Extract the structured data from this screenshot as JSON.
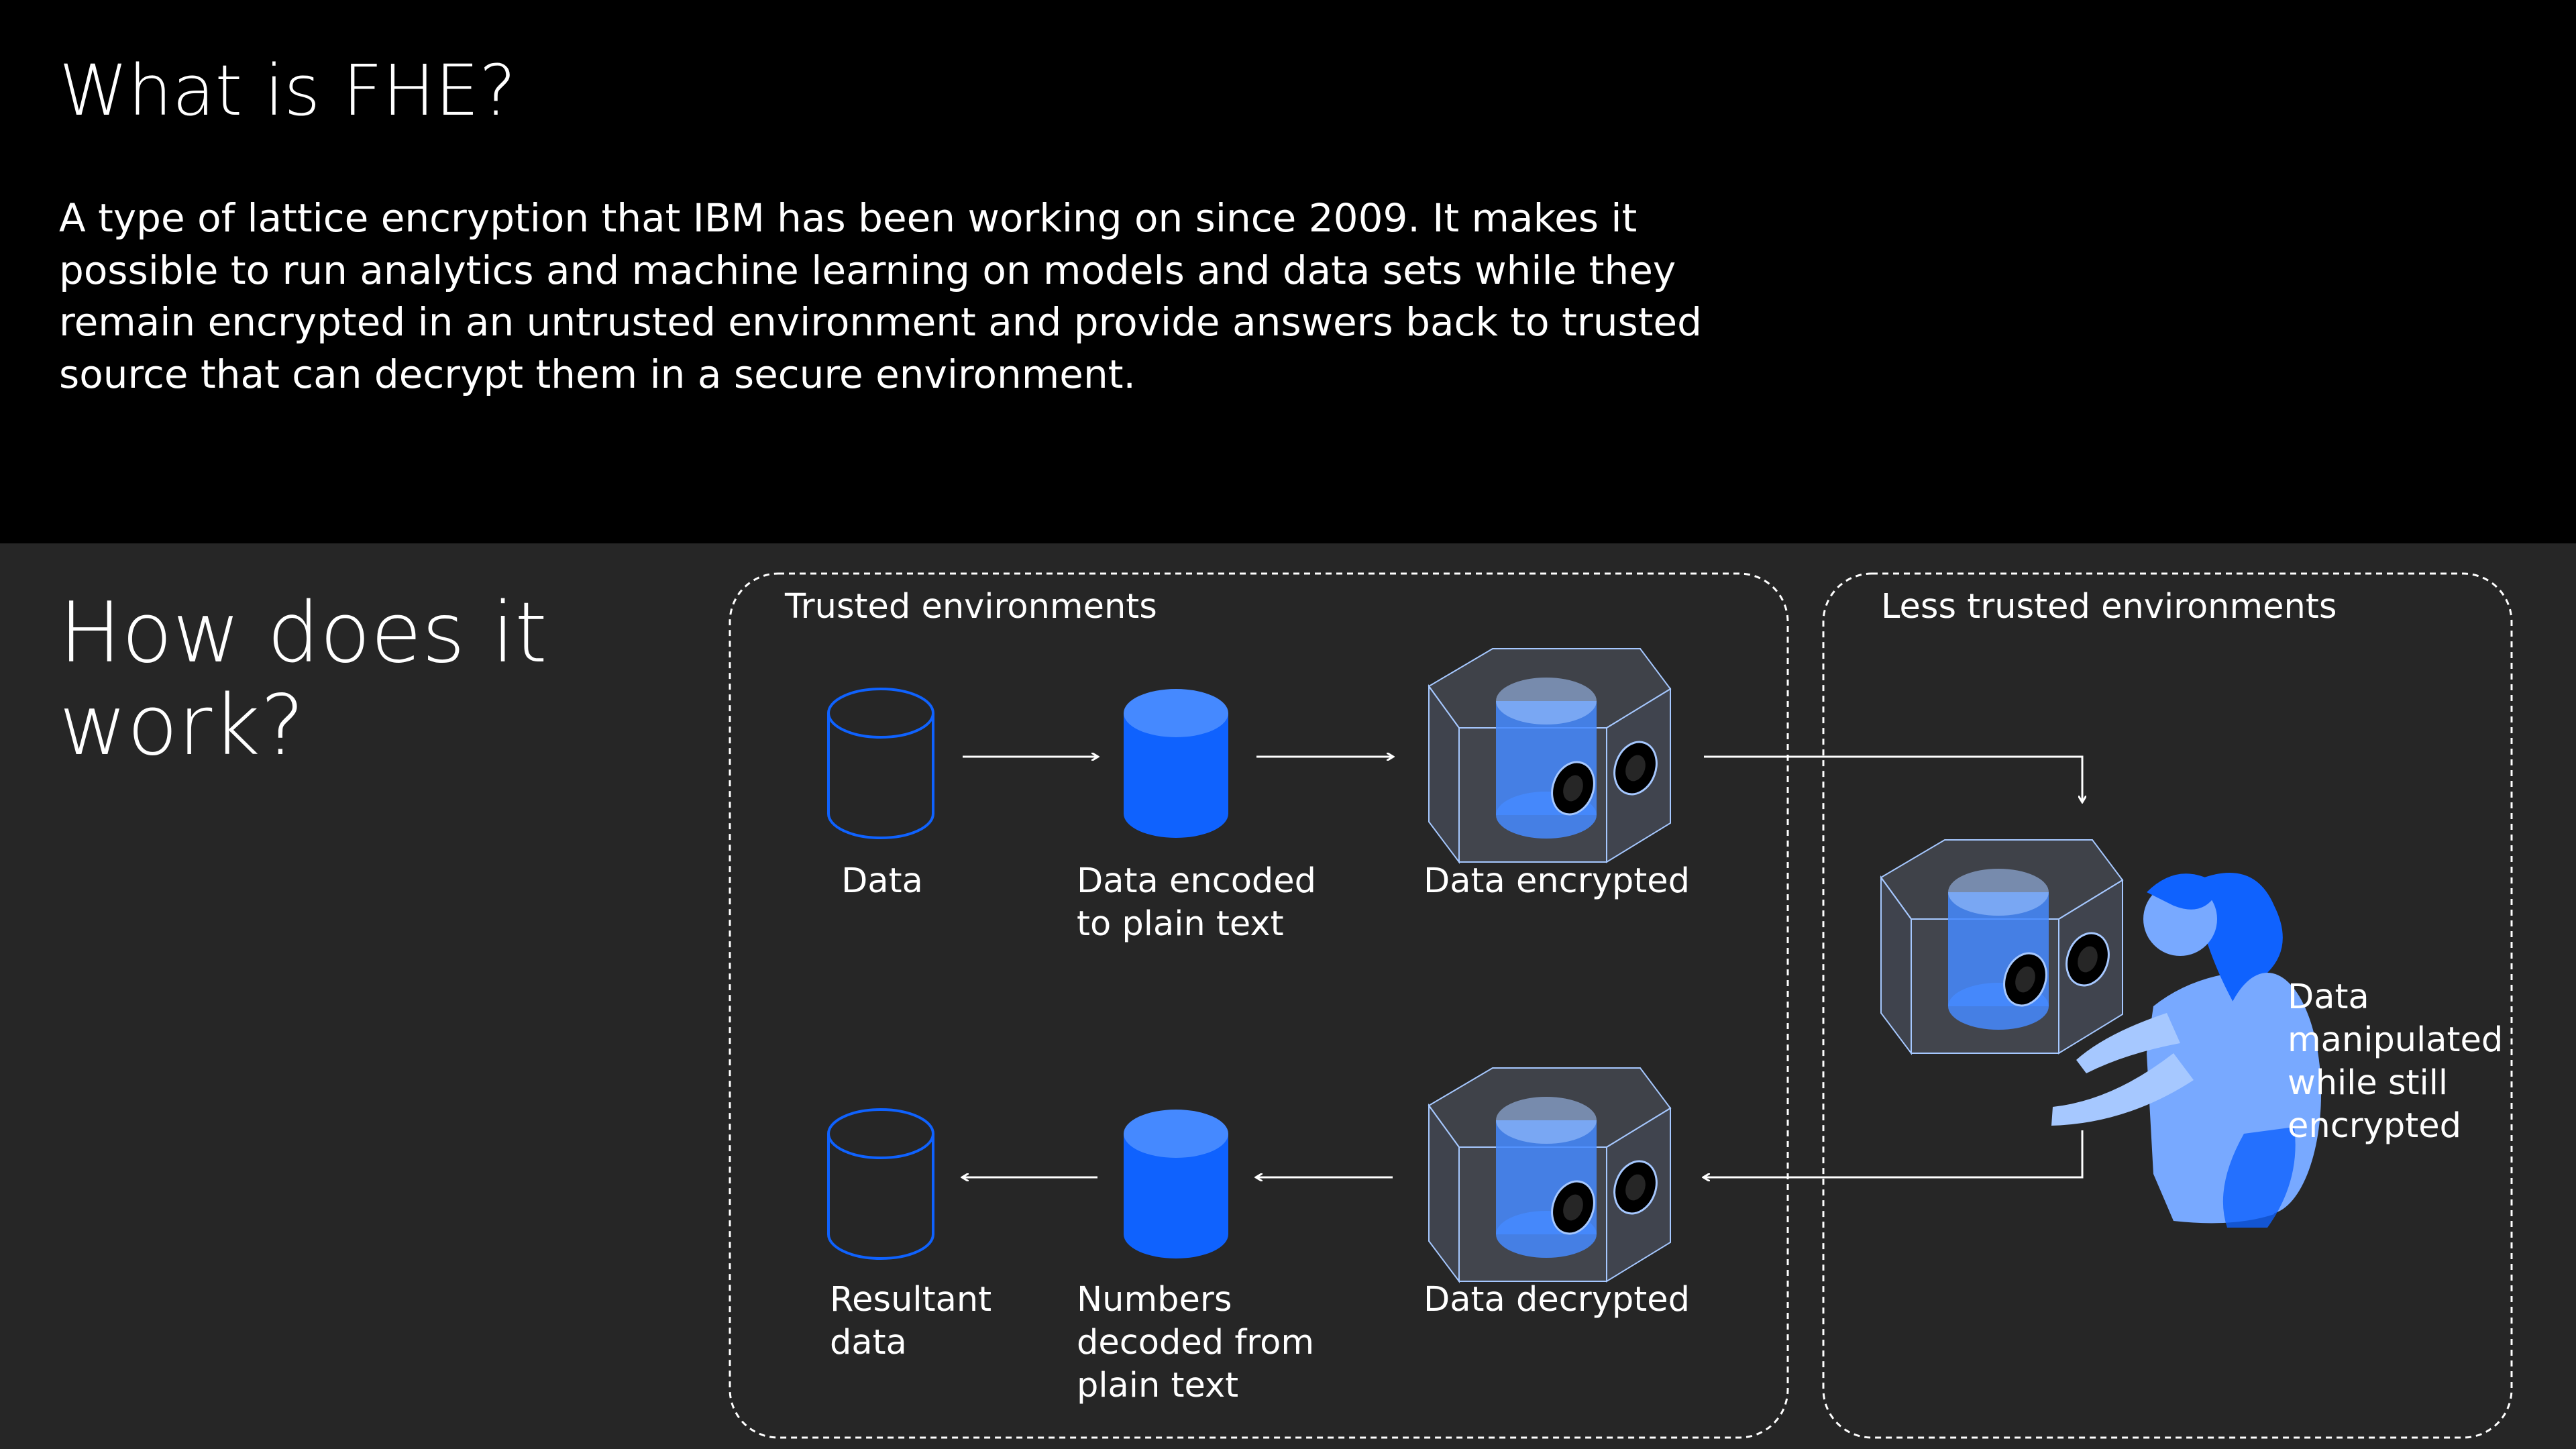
{
  "header": {
    "title": "What is FHE?",
    "description": "A type of lattice encryption that IBM has been working on since 2009.  It makes it possible to run analytics and machine learning on models and data sets while they remain encrypted in an untrusted environment and provide answers back to trusted source that can decrypt them in a secure environment."
  },
  "section": {
    "title": "How does it work?"
  },
  "diagram": {
    "trusted_label": "Trusted environments",
    "less_trusted_label": "Less trusted environments",
    "steps": {
      "data": "Data",
      "encoded": "Data encoded to plain text",
      "encrypted": "Data encrypted",
      "manipulated": "Data manipulated while still encrypted",
      "decrypted": "Data decrypted",
      "decoded": "Numbers decoded from plain text",
      "resultant": "Resultant data"
    }
  },
  "colors": {
    "background_top": "#000000",
    "background_bottom": "#262626",
    "accent_blue": "#0f62fe",
    "light_blue": "#78a9ff",
    "text": "#ffffff"
  }
}
